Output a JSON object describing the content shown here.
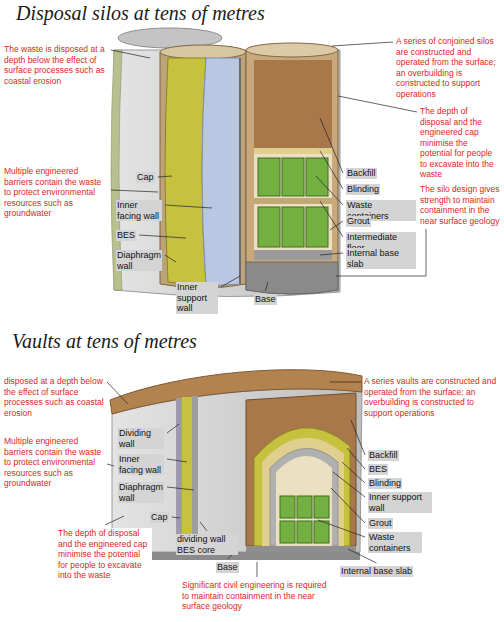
{
  "diagram": {
    "title": "Disposal silos at tens of metres",
    "labels": [
      "The waste is disposed at a depth below the effect of surface processes such as coastal erosion",
      "A series of conjoined silos are constructed and operated from the surface; an overbuilding is constructed to support operations",
      "The depth of disposal and the engineered cap minimise the potential for people to excavate into the waste",
      "Multiple engineered barriers contain the waste to protect environmental resources such as groundwater",
      "The silo design gives strength to maintain containment in the near surface geology",
      "Cap",
      "Inner facing wall",
      "BES",
      "Diaphragm wall",
      "Inner support wall",
      "Base",
      "Backfill",
      "Blinding",
      "Waste containers",
      "Grout",
      "Intermediate floor",
      "Internal base slab",
      "Vaults at tens of metres",
      "disposed at a depth below the effect of surface processes such as coastal erosion",
      "A series vaults are constructed and operated from the surface; an overbuilding is constructed to support operations",
      "Dividing wall",
      "Inner facing wall",
      "Diaphragm wall",
      "Multiple engineered barriers contain the waste to protect environmental resources such as groundwater",
      "Backfill",
      "BES",
      "Blinding",
      "Inner support wall",
      "Grout",
      "Waste containers",
      "Cap",
      "dividing wall BES core",
      "Base",
      "Internal base slab",
      "The depth of disposal and the engineered cap minimise the potential for people to excavate into the waste",
      "Significant civil engineering is required to maintain containment in the near surface geology"
    ]
  }
}
